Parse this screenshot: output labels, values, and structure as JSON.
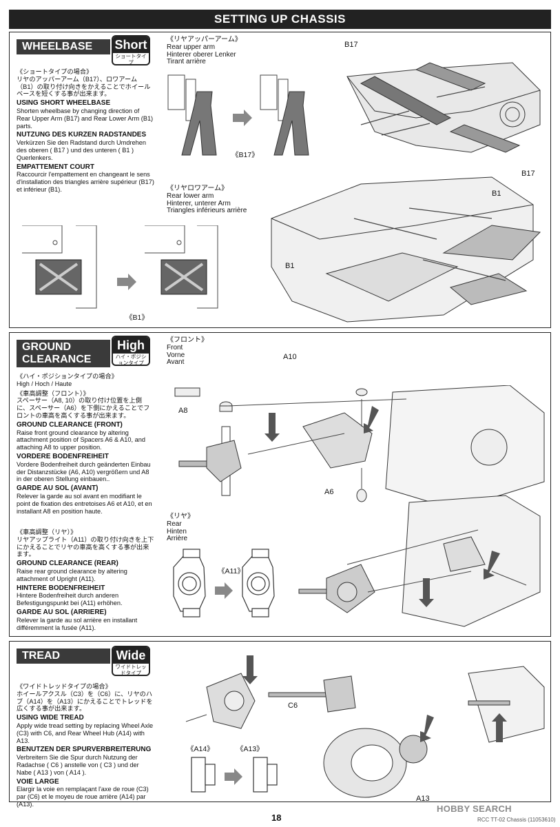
{
  "header": {
    "title": "SETTING UP CHASSIS"
  },
  "wheelbase": {
    "title": "WHEELBASE",
    "badge_big": "Short",
    "badge_small": "ショートタイプ",
    "jp_head": "《ショートタイプの場合》",
    "jp_body": "リヤのアッパーアーム（B17）、ロワアーム（B1）の取り付け向きをかえることでホイールベースを短くする事が出来ます。",
    "en_head": "USING SHORT WHEELBASE",
    "en_body": "Shorten wheelbase by changing direction of Rear Upper Arm (B17) and Rear Lower Arm (B1) parts.",
    "de_head": "NUTZUNG DES KURZEN RADSTANDES",
    "de_body": "Verkürzen Sie den Radstand durch Umdrehen des oberen ( B17 ) und des unteren ( B1 ) Querlenkers.",
    "fr_head": "EMPATTEMENT COURT",
    "fr_body": "Raccourcir l'empattement en changeant le sens d'installation des triangles arrière supérieur (B17) et inférieur (B1).",
    "upper_jp": "《リヤアッパーアーム》",
    "upper_en": "Rear upper arm",
    "upper_de": "Hinterer oberer Lenker",
    "upper_fr": "Tirant arrière",
    "lower_jp": "《リヤロワアーム》",
    "lower_en": "Rear lower arm",
    "lower_de": "Hinterer, unterer Arm",
    "lower_fr": "Triangles inférieurs arrière",
    "b17_label": "《B17》",
    "b1_label": "《B1》",
    "part_b17_top": "B17",
    "part_b17_bottom": "B17",
    "part_b1_top": "B1",
    "part_b1_left": "B1"
  },
  "ground": {
    "title_line1": "GROUND",
    "title_line2": "CLEARANCE",
    "badge_big": "High",
    "badge_small": "ハイ・ポジションタイプ",
    "jp_head": "《ハイ・ポジションタイプの場合》",
    "jp_sub": "High / Hoch / Haute",
    "front_jp_head": "《車高調整（フロント）》",
    "front_jp_body": "スペーサー（A8, 10）の取り付け位置を上側に、スペーサー（A6）を下側にかえることでフロントの車高を高くする事が出来ます。",
    "front_en_head": "GROUND CLEARANCE (FRONT)",
    "front_en_body": "Raise front ground clearance by altering attachment position of Spacers A6 & A10, and attaching A8 to upper position.",
    "front_de_head": "VORDERE BODENFREIHEIT",
    "front_de_body": "Vordere Bodenfreiheit durch geänderten Einbau der Distanzstücke (A6, A10) vergrößern und A8 in der oberen Stellung einbauen..",
    "front_fr_head": "GARDE AU SOL (AVANT)",
    "front_fr_body": "Relever la garde au sol avant en modifiant le point de fixation des entretoises A6 et A10, et en installant A8 en position haute.",
    "rear_jp_head": "《車高調整（リヤ）》",
    "rear_jp_body": "リヤアップライト（A11）の取り付け向きを上下にかえることでリヤの車高を高くする事が出来ます。",
    "rear_en_head": "GROUND CLEARANCE (REAR)",
    "rear_en_body": "Raise rear ground clearance by altering attachment of Upright (A11).",
    "rear_de_head": "HINTERE BODENFREIHEIT",
    "rear_de_body": "Hintere Bodenfreiheit durch anderen Befestigungspunkt bei (A11) erhöhen.",
    "rear_fr_head": "GARDE AU SOL (ARRIERE)",
    "rear_fr_body": "Relever la garde au sol arrière en installant différemment la fusée (A11).",
    "front_label_jp": "《フロント》",
    "front_label_en": "Front",
    "front_label_de": "Vorne",
    "front_label_fr": "Avant",
    "rear_label_jp": "《リヤ》",
    "rear_label_en": "Rear",
    "rear_label_de": "Hinten",
    "rear_label_fr": "Arrière",
    "a11_label": "《A11》",
    "part_a10": "A10",
    "part_a8": "A8",
    "part_a6": "A6"
  },
  "tread": {
    "title": "TREAD",
    "badge_big": "Wide",
    "badge_small": "ワイドトレッドタイプ",
    "jp_head": "《ワイドトレッドタイプの場合》",
    "jp_body": "ホイールアクスル（C3）を（C6）に、リヤのハブ（A14）を（A13）にかえることでトレッドを広くする事が出来ます。",
    "en_head": "USING WIDE TREAD",
    "en_body": "Apply wide tread setting by replacing Wheel Axle (C3) with C6, and Rear Wheel Hub (A14) with A13.",
    "de_head": "BENUTZEN DER SPURVERBREITERUNG",
    "de_body": "Verbreitern Sie die Spur durch Nutzung der Radachse ( C6 ) anstelle von ( C3 ) und der Nabe ( A13 ) von ( A14 ).",
    "fr_head": "VOIE LARGE",
    "fr_body": "Elargir la voie en remplaçant l'axe de roue (C3) par (C6) et le moyeu de roue arrière (A14) par (A13).",
    "a14_label": "《A14》",
    "a13_label": "《A13》",
    "part_c6": "C6",
    "part_a13": "A13"
  },
  "footer": {
    "page": "18",
    "code": "RCC TT-02 Chassis (11053610)",
    "watermark": "HOBBY SEARCH"
  }
}
